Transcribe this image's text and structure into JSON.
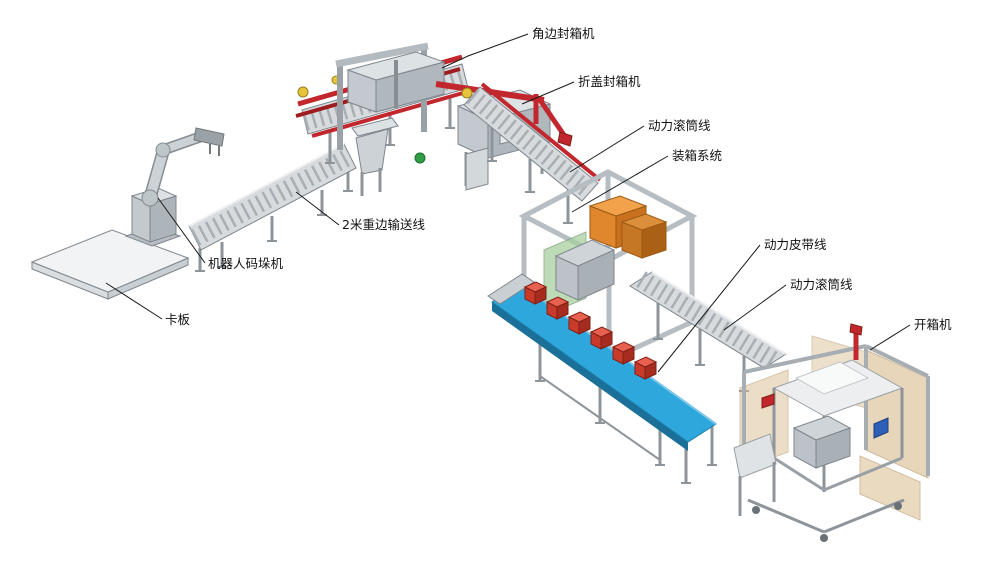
{
  "diagram": {
    "type": "packaging-line-equipment-layout",
    "background": "#ffffff"
  },
  "labels": [
    {
      "id": "corner-edge-sealer",
      "text": "角边封箱机"
    },
    {
      "id": "flap-fold-sealer",
      "text": "折盖封箱机"
    },
    {
      "id": "power-roller-line-top",
      "text": "动力滚筒线"
    },
    {
      "id": "case-packing-system",
      "text": "装箱系统"
    },
    {
      "id": "power-belt-line",
      "text": "动力皮带线"
    },
    {
      "id": "power-roller-line-right",
      "text": "动力滚筒线"
    },
    {
      "id": "case-erector",
      "text": "开箱机"
    },
    {
      "id": "conveyor-2m-heavy-edge",
      "text": "2米重边输送线"
    },
    {
      "id": "robot-palletizer",
      "text": "机器人码垛机"
    },
    {
      "id": "pallet",
      "text": "卡板"
    }
  ],
  "colors": {
    "machine_red": "#c1272d",
    "belt_blue": "#2da7dc",
    "carton_orange": "#e0862c",
    "panel_green": "#a8cfa0",
    "cardboard_tan": "#d9bc8e",
    "box_red": "#c93a2b",
    "accent_yellow": "#e8c43a",
    "frame_gray": "#c6ccd1"
  }
}
